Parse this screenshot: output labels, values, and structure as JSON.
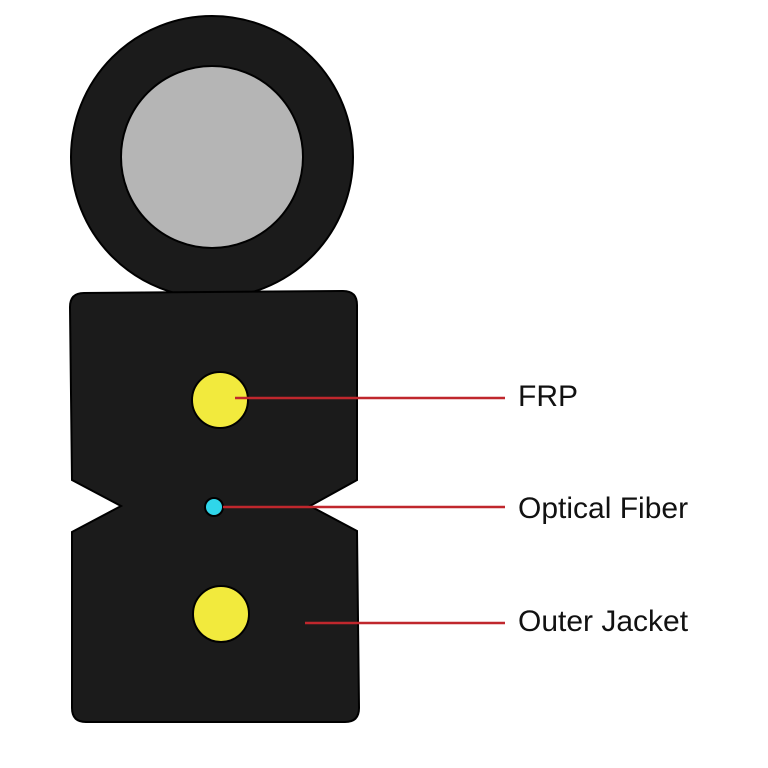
{
  "labels": {
    "frp": "FRP",
    "optical_fiber": "Optical Fiber",
    "outer_jacket": "Outer Jacket"
  },
  "colors": {
    "jacket": "#1b1b1b",
    "messenger_core": "#b5b5b5",
    "frp": "#f2ea3d",
    "optical_fiber": "#2fd6ea",
    "leader_line": "#c0272d",
    "label_text": "#111111"
  }
}
